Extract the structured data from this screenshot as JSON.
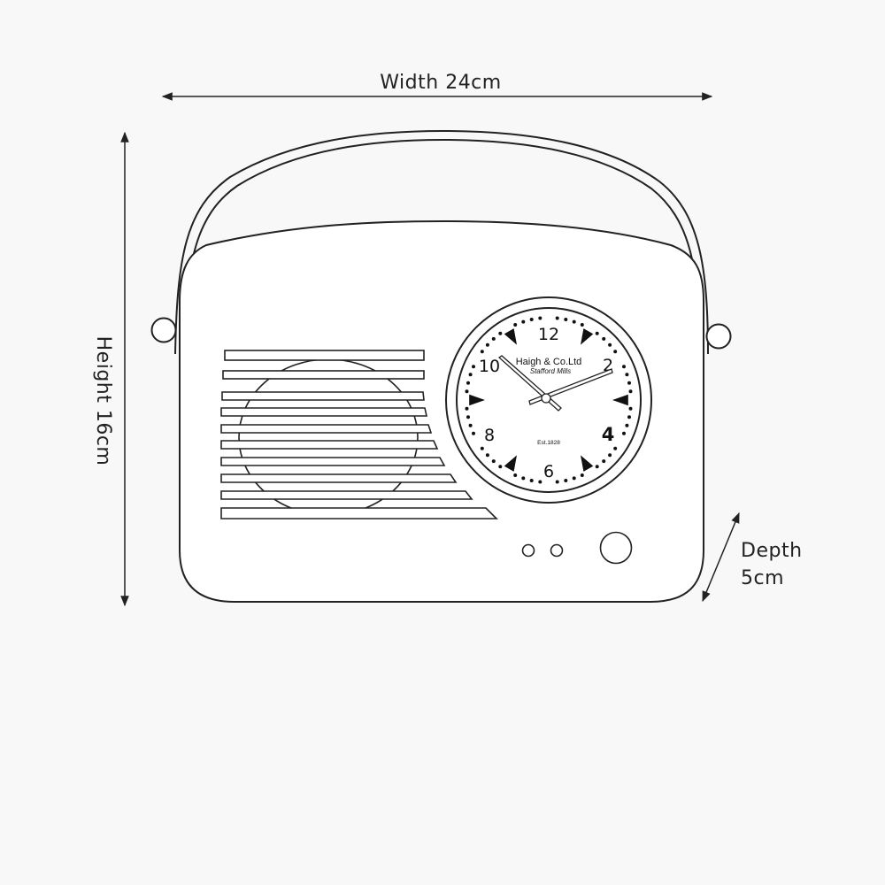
{
  "dimensions": {
    "width_label": "Width 24cm",
    "height_label": "Height 16cm",
    "depth_label_line1": "Depth",
    "depth_label_line2": "5cm"
  },
  "clock": {
    "brand": "Haigh & Co.Ltd",
    "subtitle": "Stafford Mills",
    "established": "Est.1828",
    "numerals": {
      "twelve": "12",
      "two": "2",
      "four": "4",
      "six": "6",
      "eight": "8",
      "ten": "10"
    }
  },
  "colors": {
    "background": "#f8f8f8",
    "line": "#222222",
    "fill": "#ffffff"
  }
}
